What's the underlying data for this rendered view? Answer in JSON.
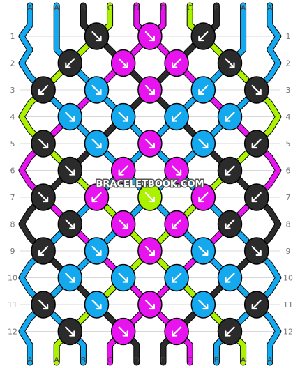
{
  "watermark": "BRACELETBOOK.COM",
  "thread_letters_top": [
    "A",
    "A",
    "B",
    "C",
    "D",
    "D",
    "C",
    "B",
    "A",
    "A"
  ],
  "thread_letters_bottom": [
    "A",
    "A",
    "B",
    "C",
    "D",
    "D",
    "C",
    "B",
    "A",
    "A"
  ],
  "row_labels": [
    "1",
    "2",
    "3",
    "4",
    "5",
    "6",
    "7",
    "8",
    "9",
    "10",
    "11",
    "12"
  ],
  "colors": {
    "A": "#14a8ee",
    "B": "#2b2b2b",
    "C": "#aaf200",
    "D": "#e814f0"
  },
  "rows": [
    [
      {
        "c": "B",
        "d": "SE"
      },
      {
        "c": "D",
        "d": "SE"
      },
      {
        "c": "B",
        "d": "SW"
      }
    ],
    [
      {
        "c": "B",
        "d": "SW"
      },
      {
        "c": "D",
        "d": "SE"
      },
      {
        "c": "D",
        "d": "SW"
      },
      {
        "c": "B",
        "d": "SE"
      }
    ],
    [
      {
        "c": "B",
        "d": "SW"
      },
      {
        "c": "A",
        "d": "SE"
      },
      {
        "c": "D",
        "d": "SE"
      },
      {
        "c": "A",
        "d": "SW"
      },
      {
        "c": "B",
        "d": "SE"
      }
    ],
    [
      {
        "c": "A",
        "d": "SE"
      },
      {
        "c": "A",
        "d": "SE"
      },
      {
        "c": "A",
        "d": "SW"
      },
      {
        "c": "A",
        "d": "SW"
      }
    ],
    [
      {
        "c": "B",
        "d": "SE"
      },
      {
        "c": "A",
        "d": "SE"
      },
      {
        "c": "D",
        "d": "SE"
      },
      {
        "c": "A",
        "d": "SE"
      },
      {
        "c": "B",
        "d": "SW"
      }
    ],
    [
      {
        "c": "B",
        "d": "SE"
      },
      {
        "c": "D",
        "d": "SW"
      },
      {
        "c": "D",
        "d": "SE"
      },
      {
        "c": "B",
        "d": "SW"
      }
    ],
    [
      {
        "c": "B",
        "d": "SE"
      },
      {
        "c": "D",
        "d": "SW"
      },
      {
        "c": "C",
        "d": "SE"
      },
      {
        "c": "D",
        "d": "SW"
      },
      {
        "c": "B",
        "d": "SW"
      }
    ],
    [
      {
        "c": "B",
        "d": "SE"
      },
      {
        "c": "D",
        "d": "SE"
      },
      {
        "c": "D",
        "d": "SW"
      },
      {
        "c": "B",
        "d": "SW"
      }
    ],
    [
      {
        "c": "B",
        "d": "SW"
      },
      {
        "c": "A",
        "d": "SE"
      },
      {
        "c": "D",
        "d": "SE"
      },
      {
        "c": "A",
        "d": "SE"
      },
      {
        "c": "B",
        "d": "SE"
      }
    ],
    [
      {
        "c": "A",
        "d": "SE"
      },
      {
        "c": "A",
        "d": "SE"
      },
      {
        "c": "A",
        "d": "SW"
      },
      {
        "c": "A",
        "d": "SW"
      }
    ],
    [
      {
        "c": "B",
        "d": "SE"
      },
      {
        "c": "A",
        "d": "SE"
      },
      {
        "c": "D",
        "d": "SE"
      },
      {
        "c": "A",
        "d": "SE"
      },
      {
        "c": "B",
        "d": "SW"
      }
    ],
    [
      {
        "c": "B",
        "d": "SE"
      },
      {
        "c": "D",
        "d": "SE"
      },
      {
        "c": "D",
        "d": "SW"
      },
      {
        "c": "B",
        "d": "SW"
      }
    ]
  ]
}
